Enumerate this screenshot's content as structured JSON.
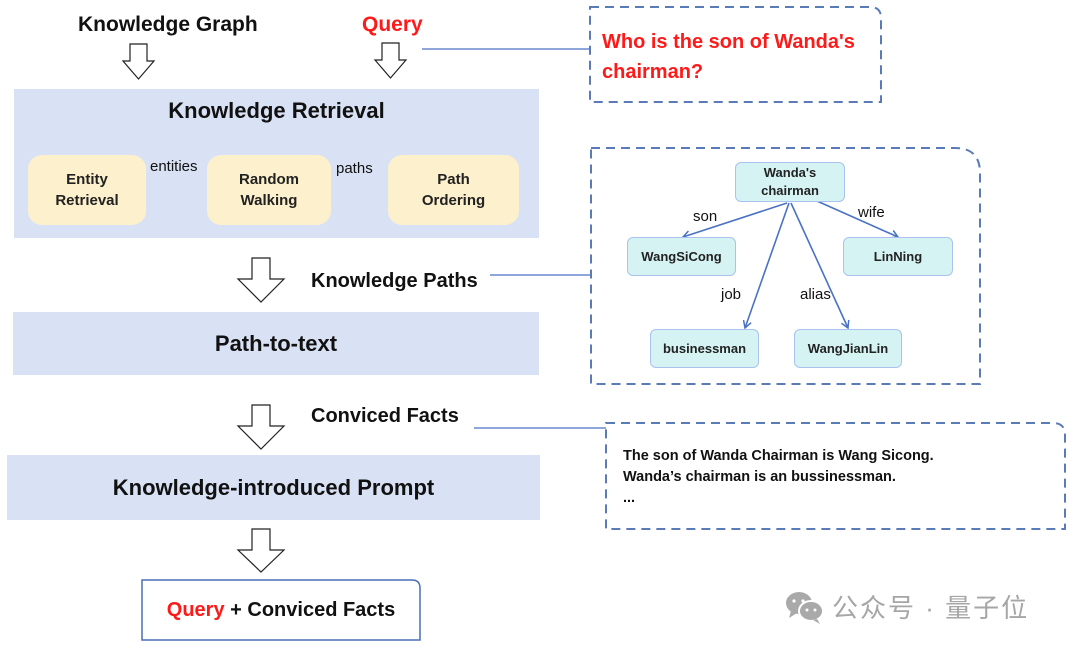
{
  "inputs": {
    "knowledge_graph": "Knowledge Graph",
    "query": "Query"
  },
  "query_box": {
    "text": "Who is the son of Wanda's chairman?"
  },
  "knowledge_retrieval": {
    "title": "Knowledge Retrieval",
    "stages": [
      {
        "line1": "Entity",
        "line2": "Retrieval"
      },
      {
        "line1": "Random",
        "line2": "Walking"
      },
      {
        "line1": "Path",
        "line2": "Ordering"
      }
    ],
    "connectors": [
      "entities",
      "paths"
    ]
  },
  "flow": {
    "knowledge_paths": "Knowledge Paths",
    "path_to_text": "Path-to-text",
    "conviced_facts": "Conviced Facts",
    "knowledge_prompt": "Knowledge-introduced Prompt"
  },
  "graph": {
    "center": {
      "line1": "Wanda's",
      "line2": "chairman"
    },
    "nodes": [
      "WangSiCong",
      "LinNing",
      "businessman",
      "WangJianLin"
    ],
    "edges": [
      "son",
      "wife",
      "job",
      "alias"
    ]
  },
  "facts_box": {
    "lines": [
      "The son of Wanda Chairman is Wang Sicong.",
      "Wanda’s chairman is an bussinessman.",
      "..."
    ]
  },
  "output_box": {
    "query": "Query",
    "rest": " + Conviced Facts"
  },
  "watermark": {
    "text": "公众号 · 量子位"
  },
  "colors": {
    "accent_red": "#ff1a1a",
    "panel_blue": "#d9e1f4",
    "stage_yellow": "#fdf0cc",
    "node_cyan": "#d6f3f3",
    "line_blue": "#4a72c4",
    "dash_blue": "#5b7bb8"
  }
}
